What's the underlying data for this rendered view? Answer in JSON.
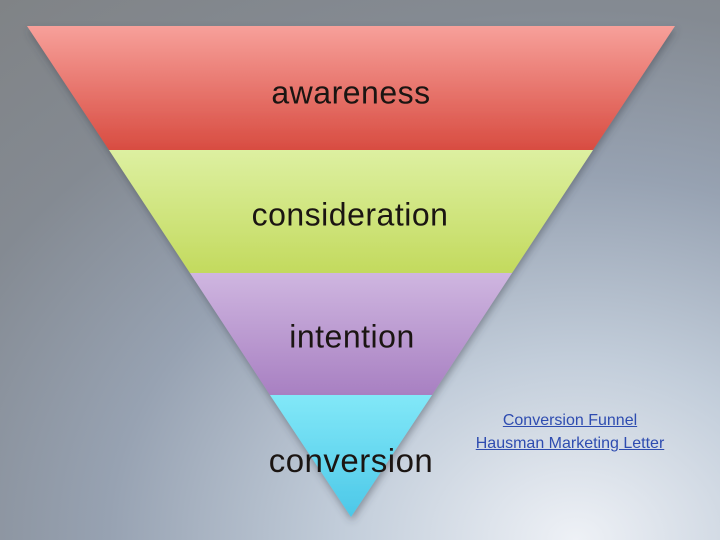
{
  "background": {
    "base_color": "#808386",
    "highlight_color": "#eef1f6"
  },
  "funnel": {
    "stages": [
      {
        "label": "awareness",
        "color_top": "#f7a09a",
        "color_bottom": "#d84c41"
      },
      {
        "label": "consideration",
        "color_top": "#ddf0a1",
        "color_bottom": "#c3da5e"
      },
      {
        "label": "intention",
        "color_top": "#cfb6e0",
        "color_bottom": "#a880c2"
      },
      {
        "label": "conversion",
        "color_top": "#82e8f8",
        "color_bottom": "#4cc8e8"
      }
    ],
    "text_color": "#1b1512"
  },
  "citation": {
    "line1": "Conversion Funnel",
    "line2": "Hausman Marketing Letter",
    "link_color": "#2e4cb0"
  }
}
